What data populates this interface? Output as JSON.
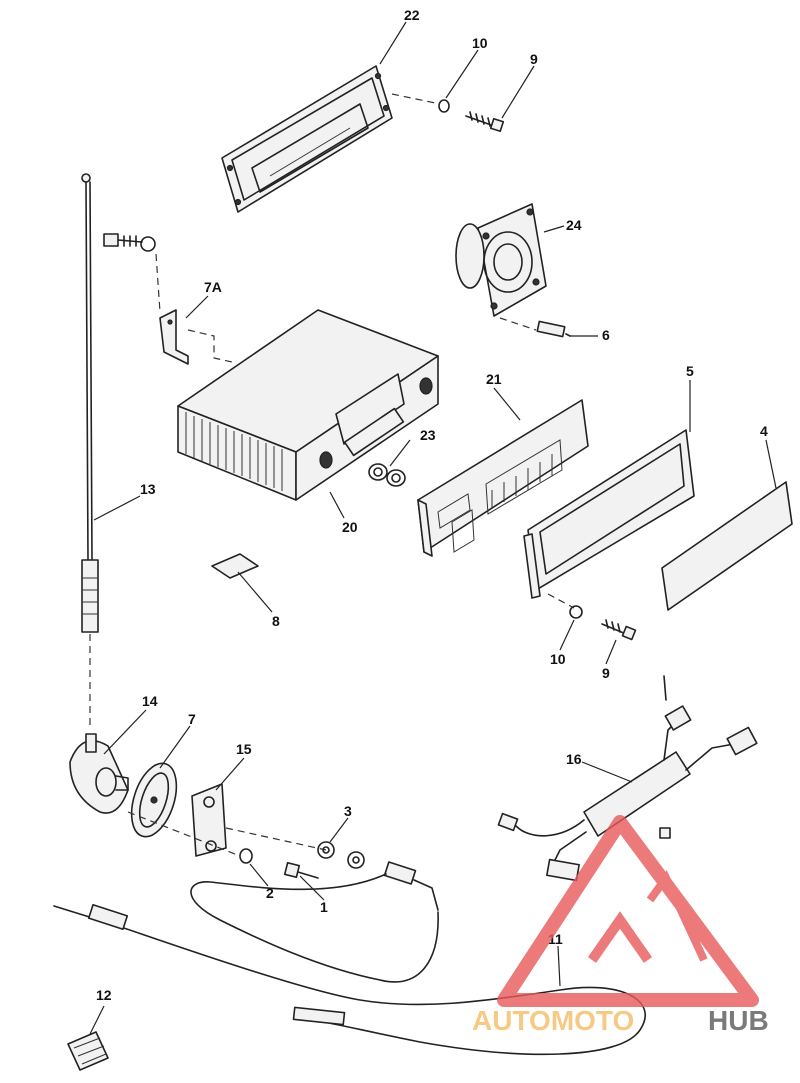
{
  "labels": {
    "l22": "22",
    "l10a": "10",
    "l9a": "9",
    "l24": "24",
    "l7A": "7A",
    "l6": "6",
    "l21": "21",
    "l5": "5",
    "l4": "4",
    "l23": "23",
    "l13": "13",
    "l20": "20",
    "l8": "8",
    "l10b": "10",
    "l9b": "9",
    "l14": "14",
    "l7": "7",
    "l15": "15",
    "l3": "3",
    "l16": "16",
    "l2": "2",
    "l1": "1",
    "l11": "11",
    "l12": "12"
  },
  "watermark": {
    "word_auto": "AUTOMOTO",
    "word_hub": "HUB",
    "colors": {
      "triangle": "#e85a5a",
      "auto": "#f2b24a",
      "hub": "#5a5a5a"
    }
  }
}
